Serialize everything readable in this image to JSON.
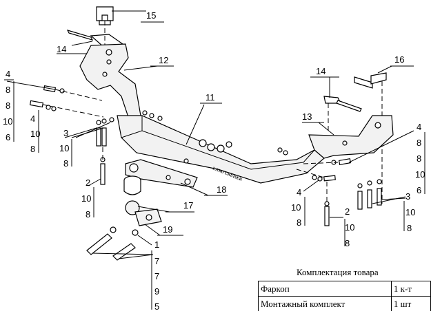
{
  "callouts": {
    "c15": "15",
    "c14a": "14",
    "c12": "12",
    "c11": "11",
    "c14b": "14",
    "c16": "16",
    "c13": "13",
    "c17": "17",
    "c18": "18",
    "c19": "19"
  },
  "left_bolts_a": [
    "4",
    "8",
    "8",
    "10",
    "6"
  ],
  "left_bolts_b": [
    "4",
    "10",
    "8"
  ],
  "left_bracket_set": [
    "3",
    "10",
    "8"
  ],
  "left_lower_set": [
    "2",
    "10",
    "8"
  ],
  "right_bolts_a": [
    "4",
    "8",
    "8",
    "10",
    "6"
  ],
  "right_bolts_b": [
    "4",
    "10",
    "8"
  ],
  "right_lower_set": [
    "2",
    "10",
    "8"
  ],
  "right_bracket_set": [
    "3",
    "10",
    "8"
  ],
  "ball_bolts": [
    "1",
    "7",
    "7",
    "9",
    "5"
  ],
  "emblem_text": "LAND CRUISER",
  "kit_table": {
    "title": "Комплектация товара",
    "rows": [
      {
        "name": "Фаркоп",
        "qty": "1 к-т"
      },
      {
        "name": "Монтажный комплект",
        "qty": "1 шт"
      }
    ]
  }
}
